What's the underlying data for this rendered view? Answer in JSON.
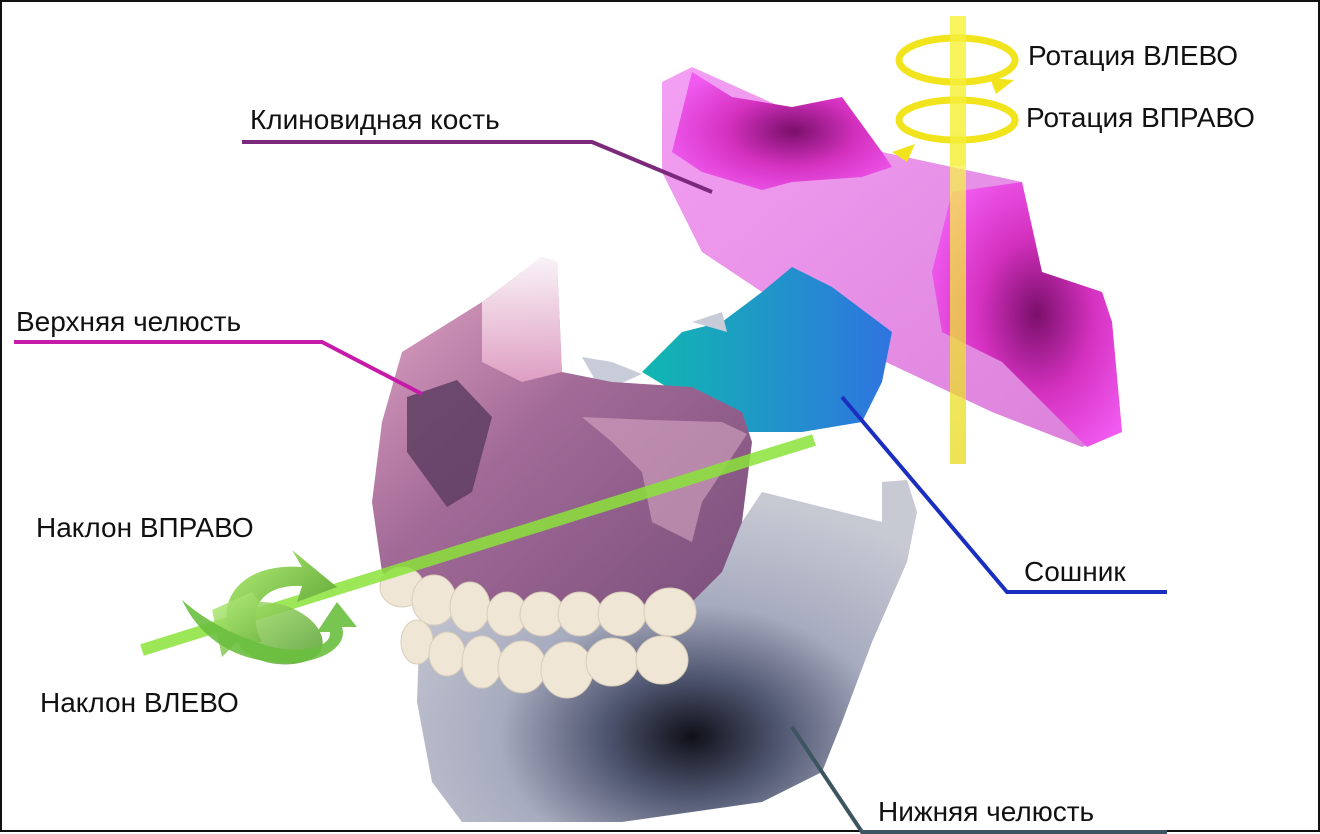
{
  "labels": {
    "sphenoid": "Клиновидная кость",
    "maxilla": "Верхняя челюсть",
    "vomer": "Сошник",
    "mandible": "Нижняя челюсть",
    "rotation_left": "Ротация ВЛЕВО",
    "rotation_right": "Ротация ВПРАВО",
    "tilt_right": "Наклон ВПРАВО",
    "tilt_left": "Наклон ВЛЕВО"
  },
  "colors": {
    "sphenoid": "#e07ce0",
    "sphenoid_dark": "#b0108f",
    "maxilla": "#8e5a86",
    "maxilla_light": "#e6a8c7",
    "vomer": "#1aa6b8",
    "mandible": "#8c90a6",
    "teeth": "#efe6d6",
    "rotation_axis": "#f2ee3c",
    "tilt_axis": "#8be33a",
    "leader_sphenoid": "#7b2a7b",
    "leader_maxilla": "#c61aa8",
    "leader_vomer": "#1a2fbf",
    "leader_mandible": "#3d5560"
  },
  "icons": [
    "rotation-arrow-icon",
    "tilt-arrow-icon"
  ]
}
